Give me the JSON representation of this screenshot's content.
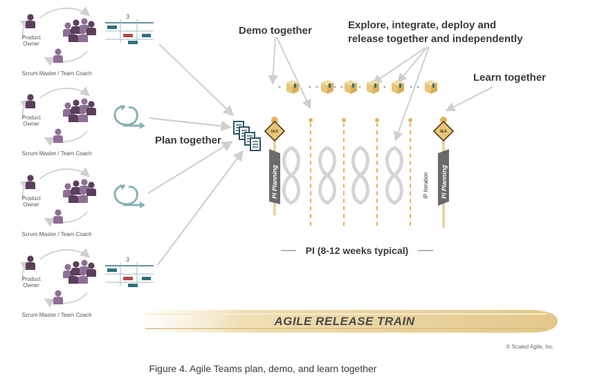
{
  "teams": [
    {
      "product_owner_line1": "Product",
      "product_owner_line2": "Owner",
      "scrum_master": "Scrum Master / Team Coach",
      "board_number": "3"
    },
    {
      "product_owner_line1": "Product",
      "product_owner_line2": "Owner",
      "scrum_master": "Scrum Master / Team Coach"
    },
    {
      "product_owner_line1": "Product",
      "product_owner_line2": "Owner",
      "scrum_master": "Scrum Master / Team Coach"
    },
    {
      "product_owner_line1": "Product",
      "product_owner_line2": "Owner",
      "scrum_master": "Scrum Master / Team Coach",
      "board_number": "3"
    }
  ],
  "labels": {
    "plan_together": "Plan together",
    "demo_together": "Demo together",
    "explore_line1": "Explore, integrate, deploy and",
    "explore_line2": "release together and independently",
    "learn_together": "Learn together",
    "pi_planning": "PI Planning",
    "ip_iteration": "IP Iteration",
    "pi_duration": "PI (8-12 weeks typical)",
    "ia_badge": "I&A",
    "train": "AGILE RELEASE TRAIN",
    "copyright": "© Scaled Agile, Inc."
  },
  "caption": "Figure 4. Agile Teams plan, demo, and learn together",
  "colors": {
    "people_dark": "#5b3f5b",
    "people_light": "#8e6f95",
    "teal": "#2f6f7f",
    "red": "#b04a4a",
    "gold": "#e0b45a",
    "arrow_gray": "#cfcfcf",
    "banner_gray": "#6b6b6b"
  }
}
